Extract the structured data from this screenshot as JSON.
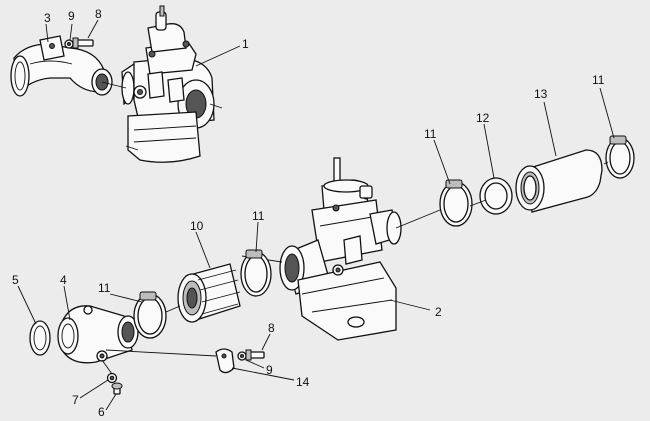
{
  "callouts": [
    {
      "id": "c1",
      "label": "1"
    },
    {
      "id": "c2",
      "label": "2"
    },
    {
      "id": "c3",
      "label": "3"
    },
    {
      "id": "c4",
      "label": "4"
    },
    {
      "id": "c5",
      "label": "5"
    },
    {
      "id": "c6",
      "label": "6"
    },
    {
      "id": "c7",
      "label": "7"
    },
    {
      "id": "c8a",
      "label": "8"
    },
    {
      "id": "c8b",
      "label": "8"
    },
    {
      "id": "c9a",
      "label": "9"
    },
    {
      "id": "c9b",
      "label": "9"
    },
    {
      "id": "c10",
      "label": "10"
    },
    {
      "id": "c11a",
      "label": "11"
    },
    {
      "id": "c11b",
      "label": "11"
    },
    {
      "id": "c11c",
      "label": "11"
    },
    {
      "id": "c11d",
      "label": "11"
    },
    {
      "id": "c12",
      "label": "12"
    },
    {
      "id": "c13",
      "label": "13"
    },
    {
      "id": "c14",
      "label": "14"
    }
  ]
}
